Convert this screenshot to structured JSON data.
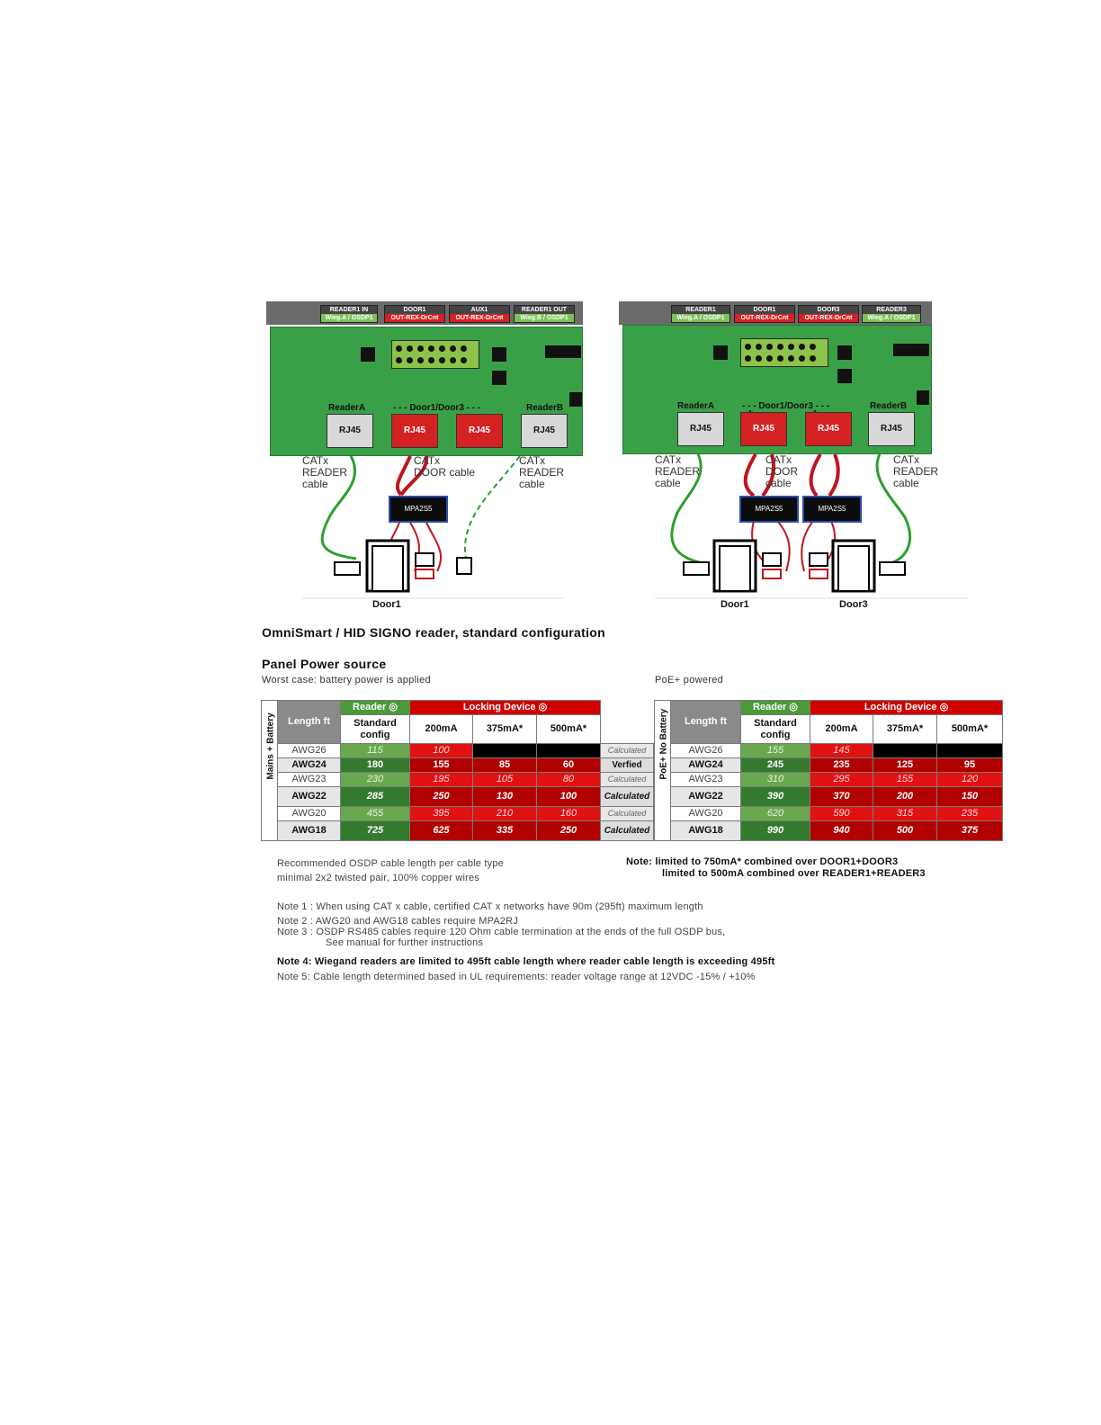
{
  "diagram_left": {
    "connectors": [
      {
        "top": "READER1 IN",
        "bottom": "Wieg.A / OSDP1",
        "color": "green"
      },
      {
        "top": "DOOR1",
        "bottom": "OUT-REX-DrCnt",
        "color": "red"
      },
      {
        "top": "AUX1",
        "bottom": "OUT-REX-DrCnt",
        "color": "red"
      },
      {
        "top": "READER1 OUT",
        "bottom": "Wieg.B / OSDP1",
        "color": "green"
      }
    ],
    "reader_a": "ReaderA",
    "door_group": "- - - Door1/Door3 - - -",
    "reader_b": "ReaderB",
    "rj45": "RJ45",
    "cable_left": [
      "CATx",
      "READER",
      "cable"
    ],
    "cable_mid": [
      "CATx",
      "DOOR cable"
    ],
    "cable_right": [
      "CATx",
      "READER",
      "cable"
    ],
    "mpa": "MPA2S5",
    "door": "Door1"
  },
  "diagram_right": {
    "connectors": [
      {
        "top": "READER1",
        "bottom": "Wieg.A / OSDP1",
        "color": "green"
      },
      {
        "top": "DOOR1",
        "bottom": "OUT-REX-DrCnt",
        "color": "red"
      },
      {
        "top": "DOOR3",
        "bottom": "OUT-REX-DrCnt",
        "color": "red"
      },
      {
        "top": "READER3",
        "bottom": "Wieg.A / OSDP1",
        "color": "green"
      }
    ],
    "reader_a": "ReaderA",
    "door_group": "- - - Door1/Door3 - - -",
    "reader_b": "ReaderB",
    "rj45": "RJ45",
    "asterisk": "*",
    "cable_left": [
      "CATx",
      "READER",
      "cable"
    ],
    "cable_mid": [
      "CATx",
      "DOOR",
      "cable"
    ],
    "cable_right": [
      "CATx",
      "READER",
      "cable"
    ],
    "mpa": "MPA2S5",
    "door1": "Door1",
    "door3": "Door3"
  },
  "caption": "OmniSmart / HID SIGNO reader, standard configuration",
  "power_title": "Panel Power source",
  "left_subtitle": "Worst case: battery power is applied",
  "right_subtitle": "PoE+ powered",
  "table_headers": {
    "length": "Length ft",
    "reader": "Reader ◎",
    "locking": "Locking Device ◎",
    "standard": "Standard",
    "config": "config",
    "c200": "200mA",
    "c375": "375mA*",
    "c500": "500mA*"
  },
  "table_left": {
    "side": "Mains + Battery",
    "rows": [
      {
        "awg": "AWG26",
        "std": "115",
        "a200": "100",
        "a375": "",
        "a500": "",
        "status": "Calculated"
      },
      {
        "awg": "AWG24",
        "std": "180",
        "a200": "155",
        "a375": "85",
        "a500": "60",
        "status": "Verfied"
      },
      {
        "awg": "AWG23",
        "std": "230",
        "a200": "195",
        "a375": "105",
        "a500": "80",
        "status": "Calculated"
      },
      {
        "awg": "AWG22",
        "std": "285",
        "a200": "250",
        "a375": "130",
        "a500": "100",
        "status": "Calculated"
      },
      {
        "awg": "AWG20",
        "std": "455",
        "a200": "395",
        "a375": "210",
        "a500": "160",
        "status": "Calculated"
      },
      {
        "awg": "AWG18",
        "std": "725",
        "a200": "625",
        "a375": "335",
        "a500": "250",
        "status": "Calculated"
      }
    ]
  },
  "table_right": {
    "side": "PoE+ No Battery",
    "rows": [
      {
        "awg": "AWG26",
        "std": "155",
        "a200": "145",
        "a375": "",
        "a500": ""
      },
      {
        "awg": "AWG24",
        "std": "245",
        "a200": "235",
        "a375": "125",
        "a500": "95"
      },
      {
        "awg": "AWG23",
        "std": "310",
        "a200": "295",
        "a375": "155",
        "a500": "120"
      },
      {
        "awg": "AWG22",
        "std": "390",
        "a200": "370",
        "a375": "200",
        "a500": "150"
      },
      {
        "awg": "AWG20",
        "std": "620",
        "a200": "590",
        "a375": "315",
        "a500": "235"
      },
      {
        "awg": "AWG18",
        "std": "990",
        "a200": "940",
        "a375": "500",
        "a500": "375"
      }
    ]
  },
  "recommend_1": "Recommended OSDP  cable length per cable type",
  "recommend_2": "minimal 2x2 twisted pair, 100% copper wires",
  "note_limit_1": "Note: limited to 750mA* combined over DOOR1+DOOR3",
  "note_limit_2": "limited to 500mA combined over READER1+READER3",
  "notes": {
    "n1": "Note 1 : When using CAT x cable, certified CAT x networks have 90m (295ft)  maximum length",
    "n2": "Note 2 : AWG20 and AWG18 cables require MPA2RJ",
    "n3": "Note 3 : OSDP RS485 cables require 120 Ohm cable termination at the ends of the full OSDP bus,",
    "n3b": "See manual for further instructions",
    "n4": "Note 4: Wiegand readers are limited to 495ft cable length where  reader cable length is exceeding 495ft",
    "n5": "Note 5: Cable length determined based in UL requirements: reader voltage range at 12VDC -15% / +10%"
  }
}
